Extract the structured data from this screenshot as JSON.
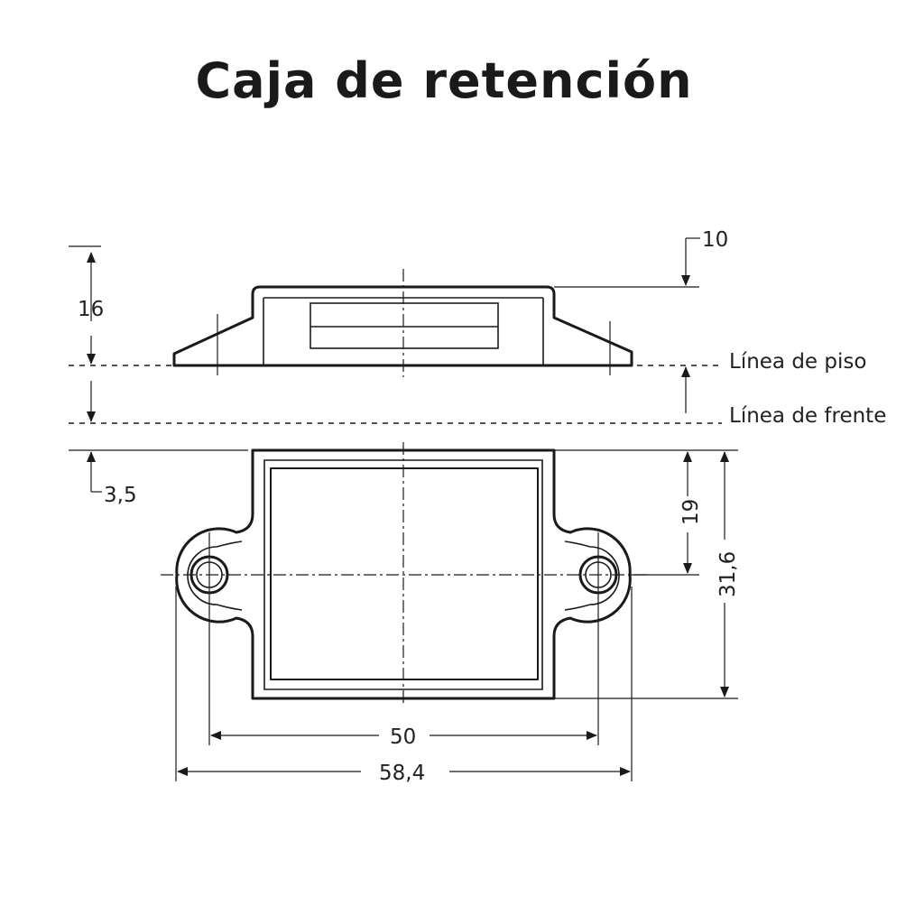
{
  "title": "Caja de retención",
  "labels": {
    "floor_line": "Línea de piso",
    "front_line": "Línea de frente"
  },
  "dimensions": {
    "height_top": "16",
    "offset_top": "10",
    "offset_front": "3,5",
    "height_inner": "19",
    "height_total": "31,6",
    "hole_spacing": "50",
    "total_width": "58,4"
  }
}
